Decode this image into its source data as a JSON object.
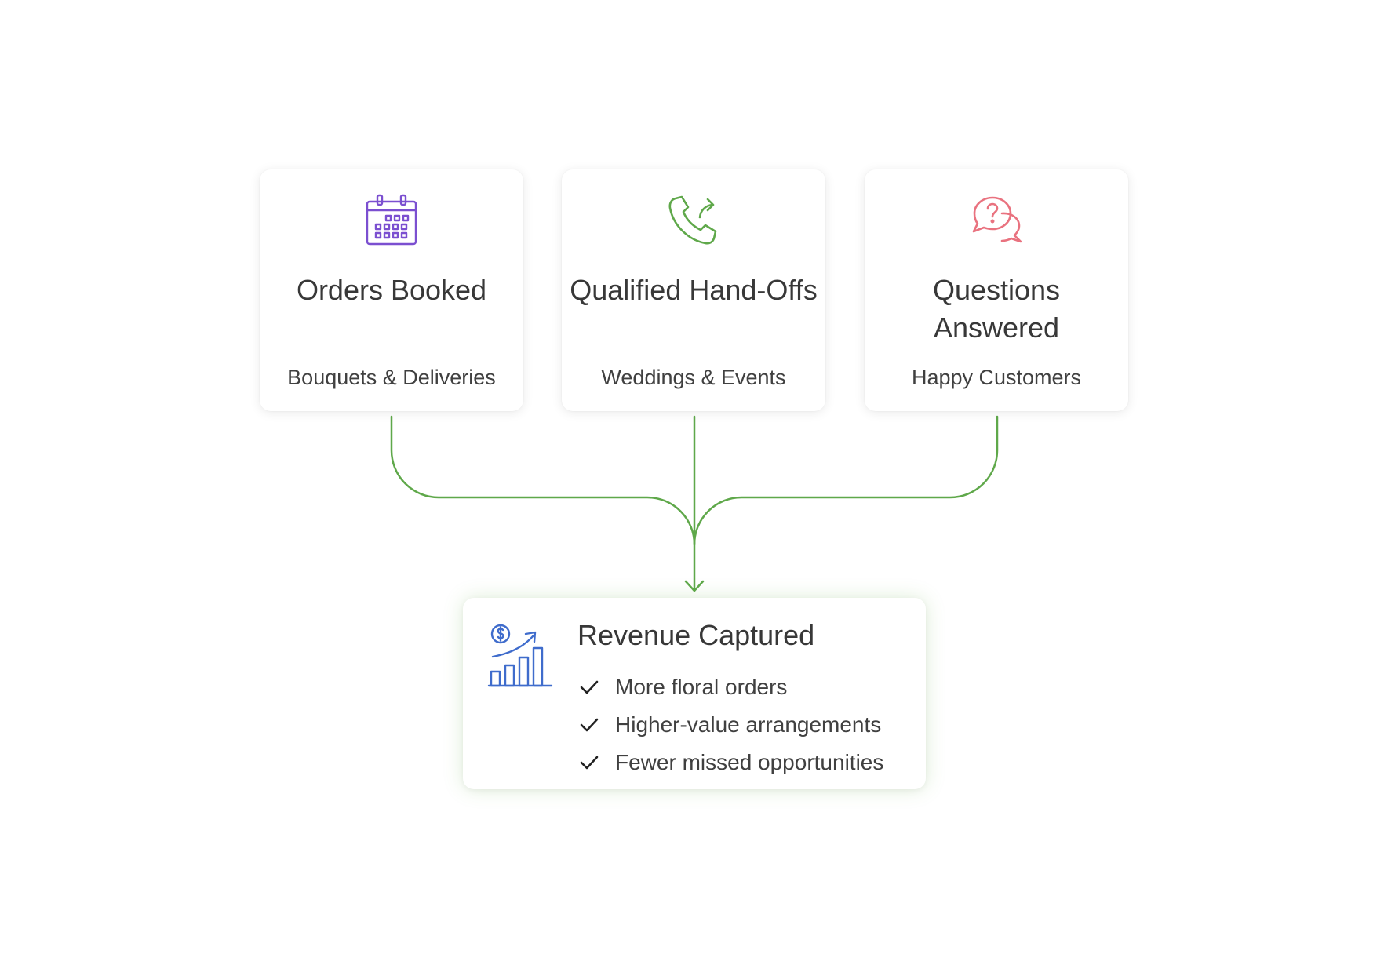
{
  "colors": {
    "connector": "#5fa84a",
    "calendar_icon": "#7b4fd0",
    "phone_icon": "#5fa84a",
    "question_icon": "#e9727f",
    "revenue_icon": "#3f6ccc",
    "check": "#222222"
  },
  "cards": [
    {
      "icon": "calendar-icon",
      "title": "Orders Booked",
      "subtitle": "Bouquets & Deliveries"
    },
    {
      "icon": "phone-forward-icon",
      "title": "Qualified Hand-Offs",
      "subtitle": "Weddings & Events"
    },
    {
      "icon": "question-chat-icon",
      "title": "Questions Answered",
      "subtitle": "Happy Customers"
    }
  ],
  "result": {
    "icon": "revenue-growth-icon",
    "title": "Revenue Captured",
    "items": [
      "More floral orders",
      "Higher-value arrangements",
      "Fewer missed opportunities"
    ]
  }
}
